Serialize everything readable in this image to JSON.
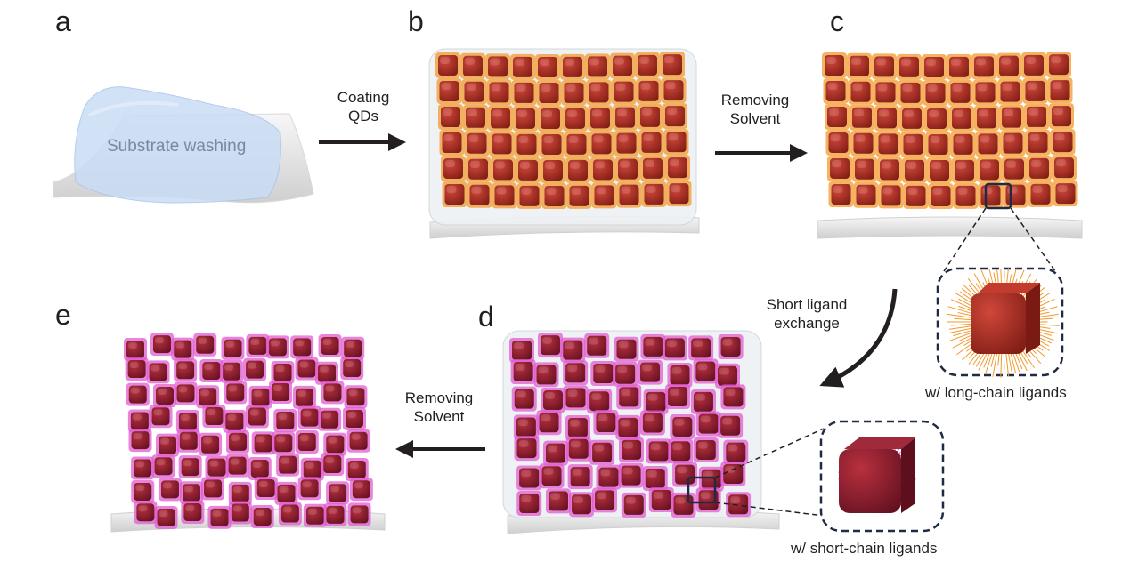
{
  "panels": {
    "a": {
      "letter": "a",
      "label": "Substrate washing"
    },
    "b": {
      "letter": "b"
    },
    "c": {
      "letter": "c"
    },
    "d": {
      "letter": "d"
    },
    "e": {
      "letter": "e"
    }
  },
  "steps": {
    "coating": {
      "line1": "Coating",
      "line2": "QDs"
    },
    "removing_1": {
      "line1": "Removing",
      "line2": "Solvent"
    },
    "ligand_exchange": {
      "line1": "Short ligand",
      "line2": "exchange"
    },
    "removing_2": {
      "line1": "Removing",
      "line2": "Solvent"
    }
  },
  "insets": {
    "long": {
      "caption": "w/ long-chain ligands"
    },
    "short": {
      "caption": "w/ short-chain ligands"
    }
  },
  "colors": {
    "arrow": "#231f20",
    "qd_cube": "#a8281c",
    "qd_cube_dark": "#6e1712",
    "long_ligand": "#f29a2e",
    "short_ligand": "#e05bd0",
    "short_cube": "#8c1a32",
    "substrate": "#e9e9e9",
    "water": "#bcd3f0",
    "inset_border": "#1f2a44"
  }
}
